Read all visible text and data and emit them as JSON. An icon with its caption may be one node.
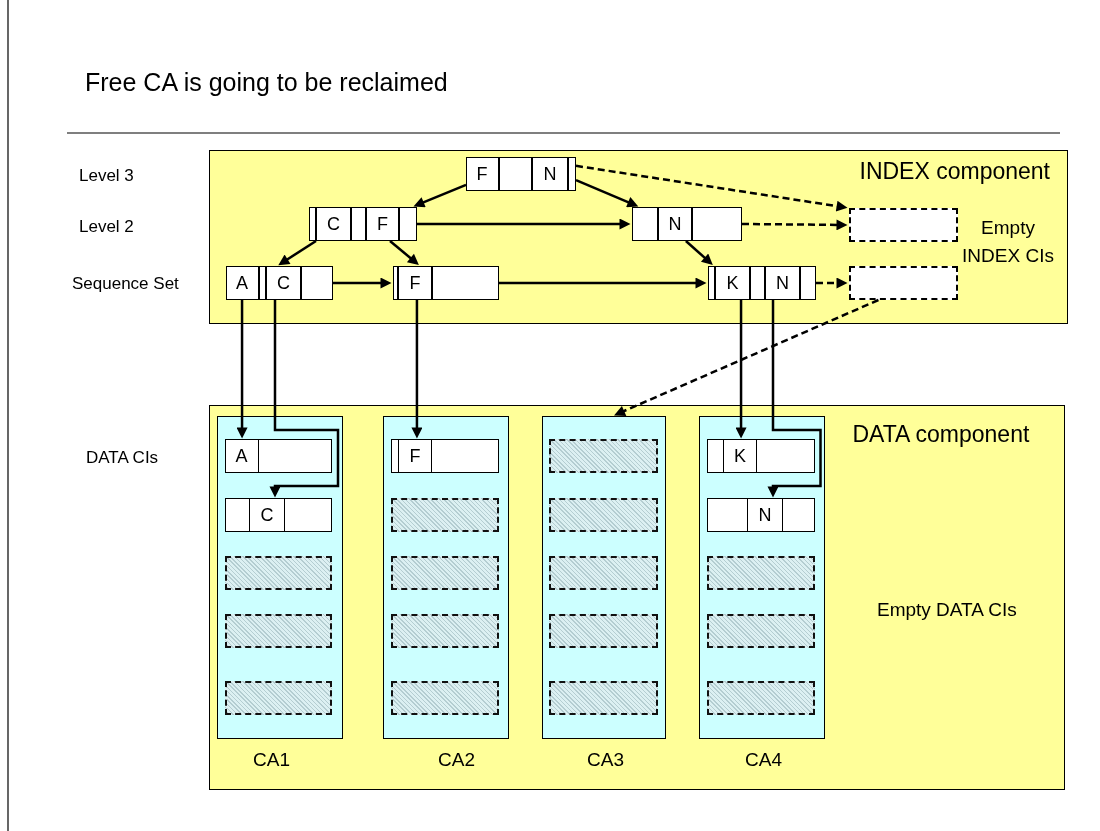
{
  "diagram": {
    "title": "Free CA is going to be reclaimed",
    "nodes": [
      {
        "text": [
          "INDEX component"
        ]
      },
      {
        "text": [
          "F",
          "N"
        ],
        "in": 0
      },
      {
        "text": [
          "C",
          "F"
        ],
        "in": 0
      },
      {
        "text": [
          "N"
        ],
        "in": 0
      },
      {
        "text": [],
        "shape": "box",
        "in": 0
      },
      {
        "text": [
          "A",
          "C"
        ],
        "in": 0
      },
      {
        "text": [
          "F"
        ],
        "in": 0
      },
      {
        "text": [
          "K",
          "N"
        ],
        "in": 0
      },
      {
        "text": [],
        "shape": "box",
        "in": 0
      },
      {
        "text": [
          "DATA component"
        ]
      },
      {
        "text": [],
        "shape": "box",
        "in": 9,
        "beside": [
          "CA1"
        ]
      },
      {
        "text": [
          "A"
        ],
        "in": 10
      },
      {
        "text": [
          "C"
        ],
        "in": 10
      },
      {
        "text": [],
        "shape": "box",
        "in": 10
      },
      {
        "text": [],
        "shape": "box",
        "in": 10
      },
      {
        "text": [],
        "shape": "box",
        "in": 10
      },
      {
        "text": [],
        "shape": "box",
        "in": 9,
        "beside": [
          "CA2"
        ]
      },
      {
        "text": [
          "F"
        ],
        "in": 16
      },
      {
        "text": [],
        "shape": "box",
        "in": 16
      },
      {
        "text": [],
        "shape": "box",
        "in": 16
      },
      {
        "text": [],
        "shape": "box",
        "in": 16
      },
      {
        "text": [],
        "shape": "box",
        "in": 16
      },
      {
        "text": [],
        "shape": "box",
        "in": 9,
        "beside": [
          "CA3"
        ]
      },
      {
        "text": [],
        "shape": "box",
        "in": 22
      },
      {
        "text": [],
        "shape": "box",
        "in": 22
      },
      {
        "text": [],
        "shape": "box",
        "in": 22
      },
      {
        "text": [],
        "shape": "box",
        "in": 22
      },
      {
        "text": [],
        "shape": "box",
        "in": 22
      },
      {
        "text": [],
        "shape": "box",
        "in": 9,
        "beside": [
          "CA4"
        ]
      },
      {
        "text": [
          "K"
        ],
        "in": 28
      },
      {
        "text": [
          "N"
        ],
        "in": 28
      },
      {
        "text": [],
        "shape": "box",
        "in": 28
      },
      {
        "text": [],
        "shape": "box",
        "in": 28
      },
      {
        "text": [],
        "shape": "box",
        "in": 28
      }
    ],
    "edges": [
      {
        "from": 1,
        "to": 2,
        "arrow": "to"
      },
      {
        "from": 1,
        "to": 3,
        "arrow": "to"
      },
      {
        "from": 1,
        "to": 4,
        "arrow": "to",
        "style": "dashed"
      },
      {
        "from": 2,
        "to": 5,
        "arrow": "to"
      },
      {
        "from": 2,
        "to": 6,
        "arrow": "to"
      },
      {
        "from": 2,
        "to": 3,
        "arrow": "to"
      },
      {
        "from": 3,
        "to": 7,
        "arrow": "to"
      },
      {
        "from": 3,
        "to": 4,
        "arrow": "to",
        "style": "dashed"
      },
      {
        "from": 5,
        "to": 6,
        "arrow": "to"
      },
      {
        "from": 6,
        "to": 7,
        "arrow": "to"
      },
      {
        "from": 7,
        "to": 8,
        "arrow": "to",
        "style": "dashed"
      },
      {
        "from": 8,
        "to": 22,
        "arrow": "to",
        "style": "dashed"
      },
      {
        "from": 5,
        "to": 11,
        "arrow": "to"
      },
      {
        "from": 5,
        "to": 12,
        "arrow": "to"
      },
      {
        "from": 6,
        "to": 17,
        "arrow": "to"
      },
      {
        "from": 7,
        "to": 29,
        "arrow": "to"
      },
      {
        "from": 7,
        "to": 30,
        "arrow": "to"
      }
    ],
    "labels": [
      "Level 3",
      "Level 2",
      "Empty INDEX CIs",
      "Sequence Set",
      "DATA CIs",
      "Empty DATA CIs"
    ]
  }
}
